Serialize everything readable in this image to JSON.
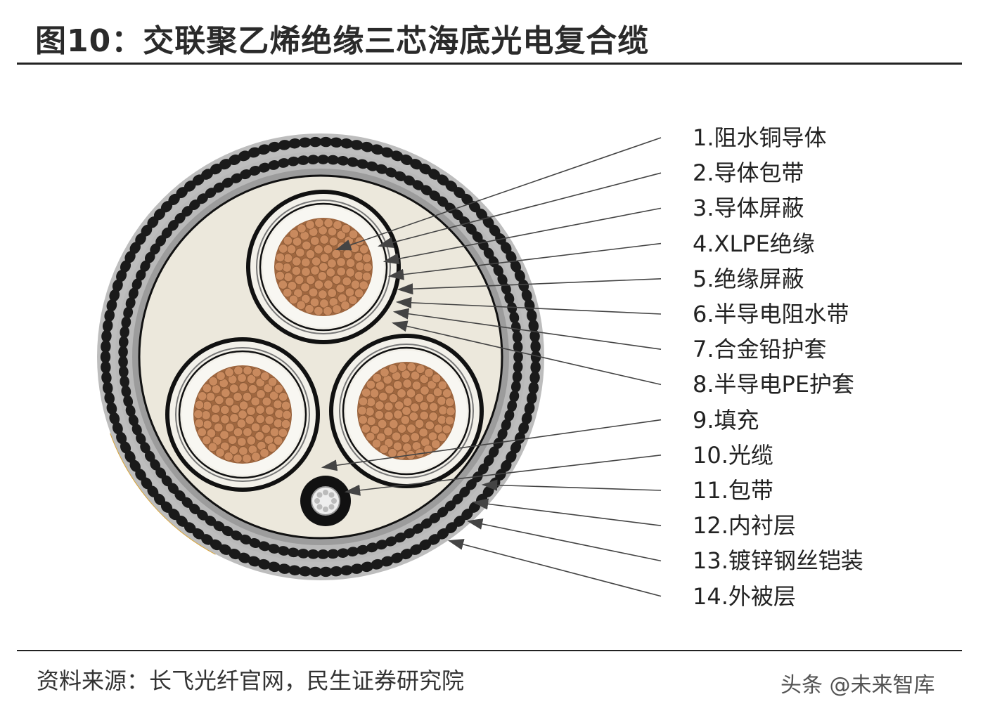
{
  "title": "图10：交联聚乙烯绝缘三芯海底光电复合缆",
  "labels": [
    "1.阻水铜导体",
    "2.导体包带",
    "3.导体屏蔽",
    "4.XLPE绝缘",
    "5.绝缘屏蔽",
    "6.半导电阻水带",
    "7.合金铅护套",
    "8.半导电PE护套",
    "9.填充",
    "10.光缆",
    "11.包带",
    "12.内衬层",
    "13.镀锌钢丝铠装",
    "14.外被层"
  ],
  "source": "资料来源：长飞光纤官网，民生证券研究院",
  "watermark": "头条 @未来智库",
  "colors": {
    "copper": "#c98a5e",
    "filler": "#ece8dc",
    "armor": "#1a1a1a",
    "outer_sheath": "#d9a53a",
    "leader": "#444444"
  }
}
